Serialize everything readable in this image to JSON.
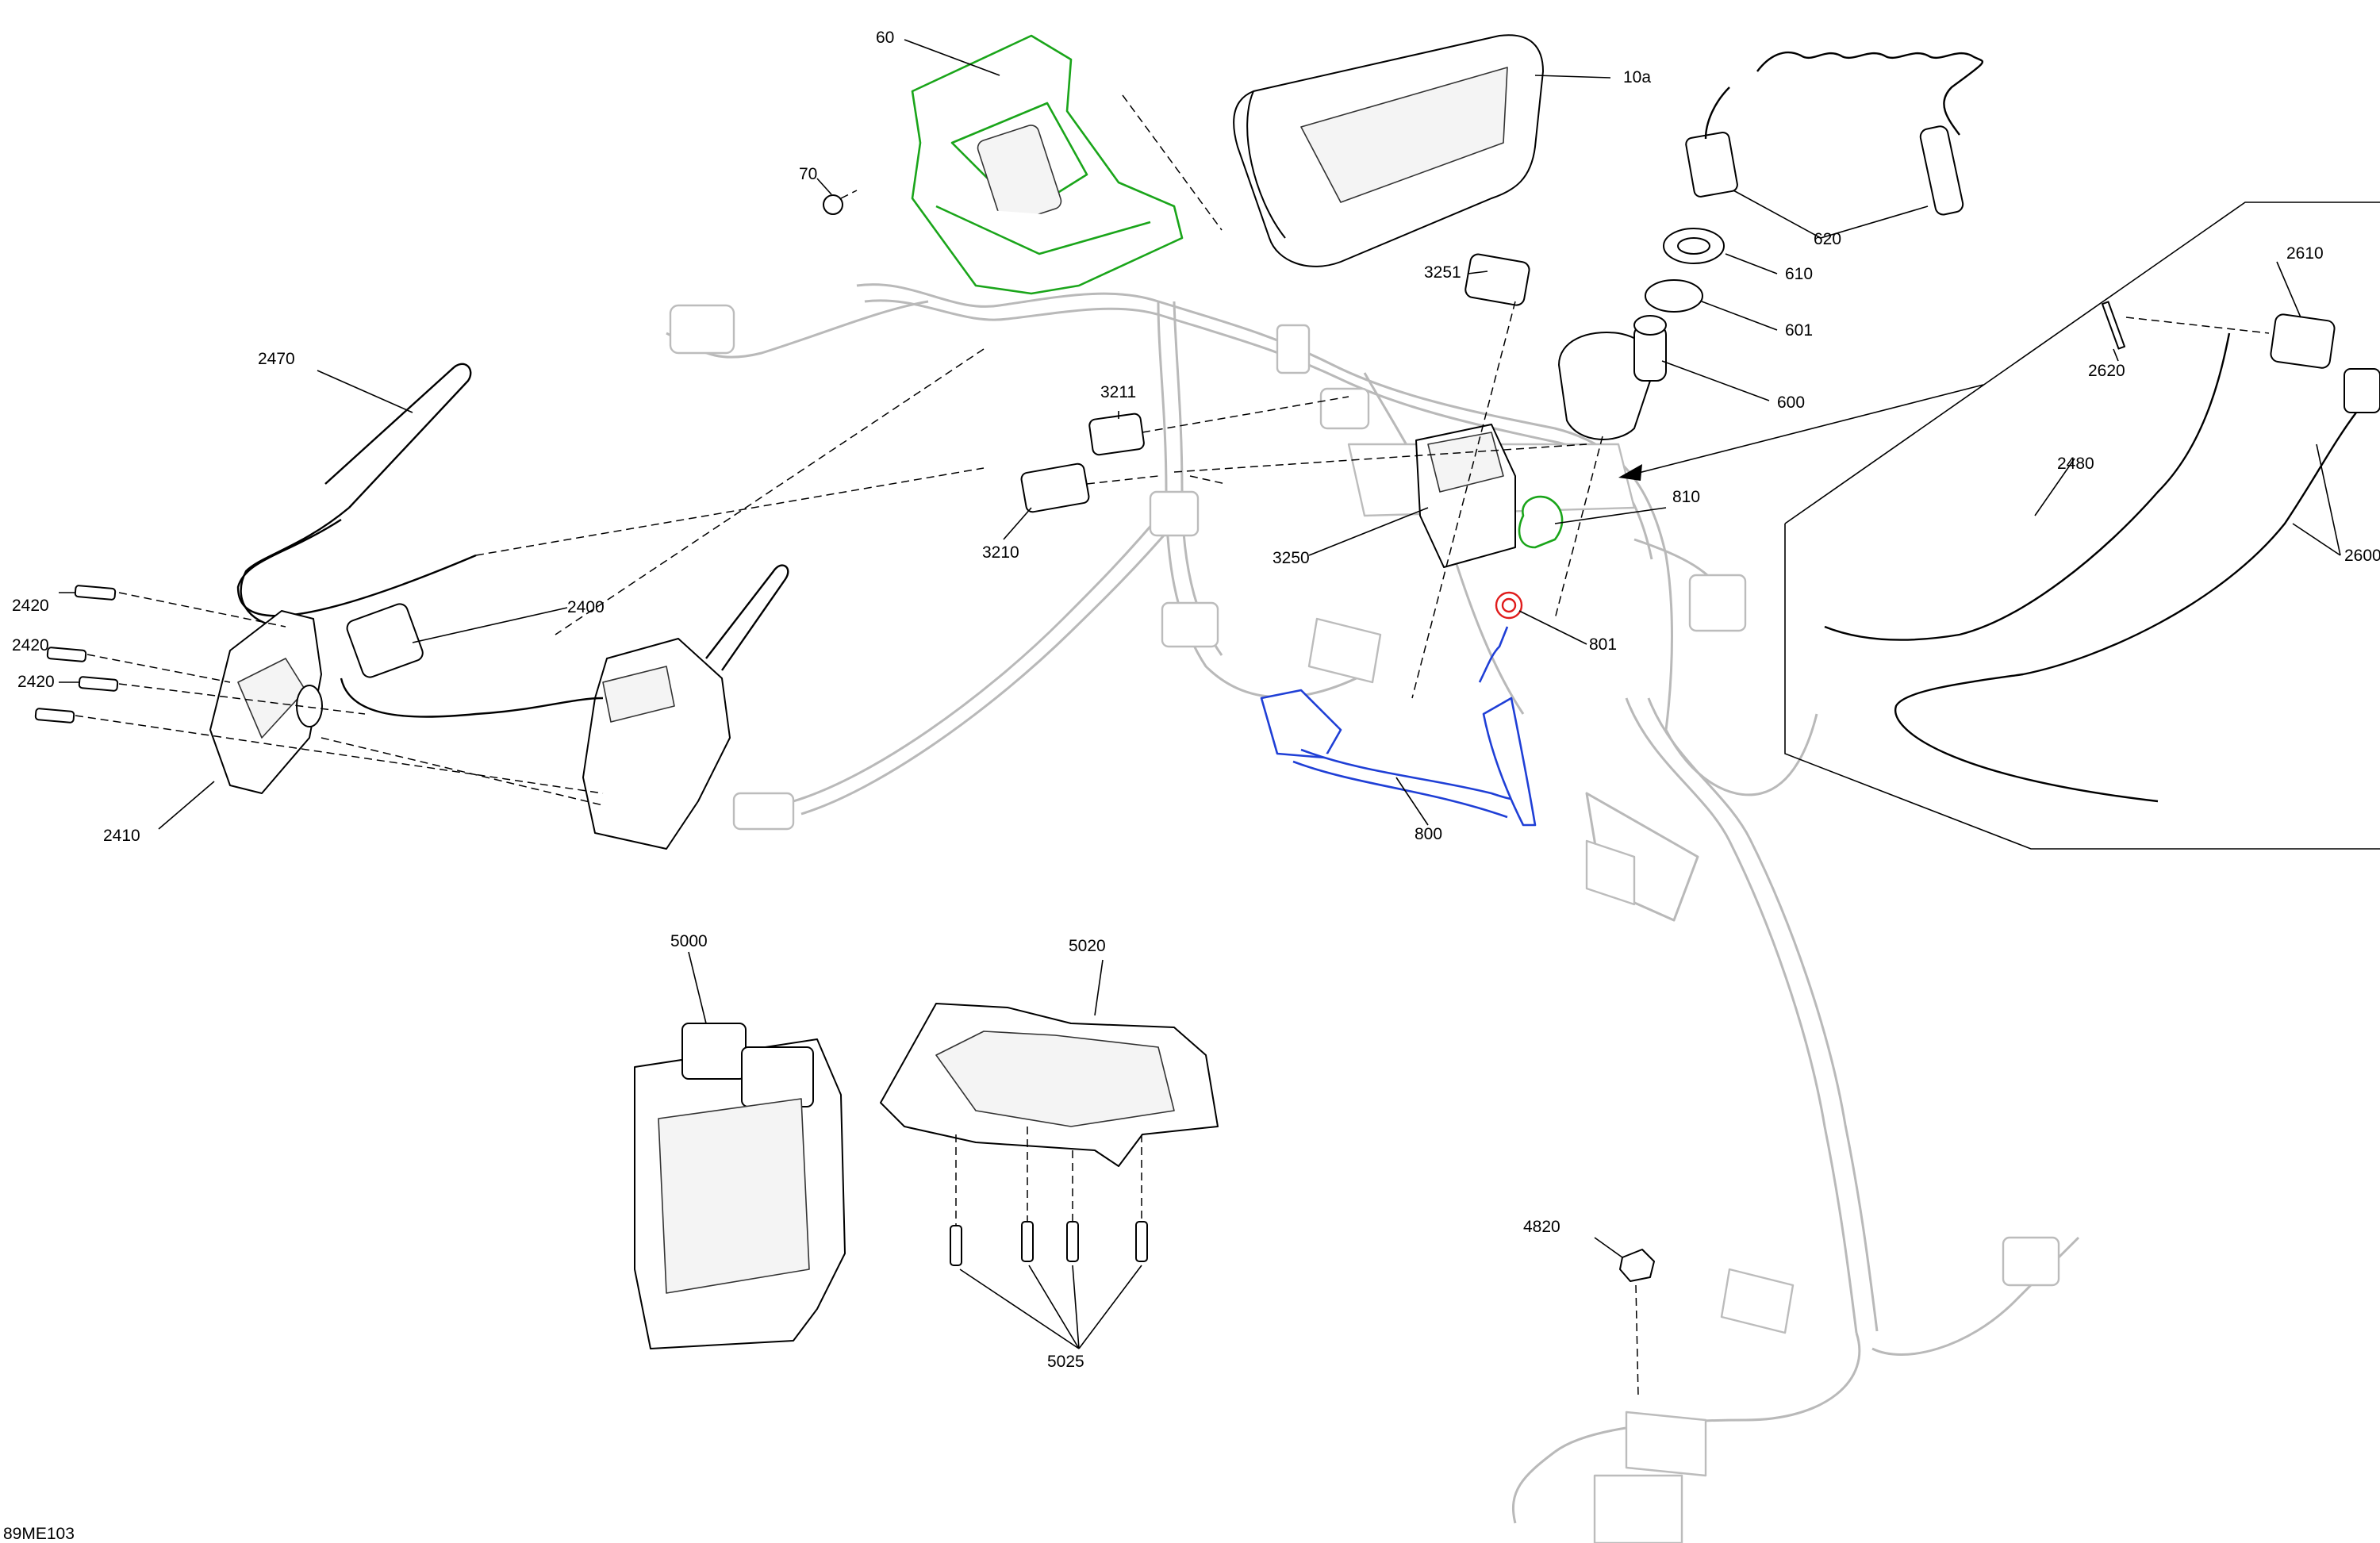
{
  "diagram_code": "89ME103",
  "callouts": {
    "c60": "60",
    "c70": "70",
    "c10a": "10a",
    "c620": "620",
    "c610": "610",
    "c601": "601",
    "c600": "600",
    "c3251": "3251",
    "c3211": "3211",
    "c3210": "3210",
    "c3250": "3250",
    "c810": "810",
    "c801": "801",
    "c800": "800",
    "c2470": "2470",
    "c2400": "2400",
    "c2420a": "2420",
    "c2420b": "2420",
    "c2420c": "2420",
    "c2410": "2410",
    "c2610": "2610",
    "c2620": "2620",
    "c2480": "2480",
    "c2600": "2600",
    "c5000": "5000",
    "c5020": "5020",
    "c5025": "5025",
    "c4820": "4820"
  },
  "colors": {
    "highlight_bracket": "#1aa51a",
    "highlight_harness": "#1f3fd6",
    "highlight_nut": "#e01b1b",
    "ghost_harness": "#b9b9b9"
  }
}
